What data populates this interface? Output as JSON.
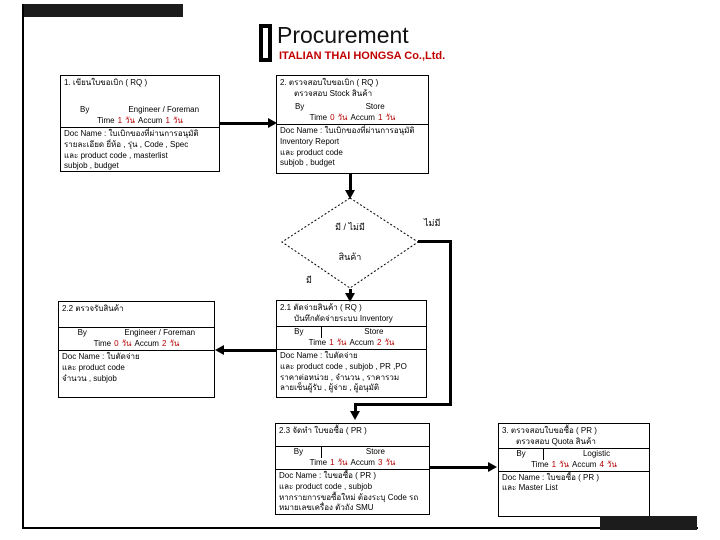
{
  "header": {
    "title": "Procurement",
    "subtitle": "ITALIAN THAI HONGSA Co.,Ltd."
  },
  "labels": {
    "by": "By",
    "time": "Time",
    "day": "วัน",
    "accum": "Accum"
  },
  "decision": {
    "line1": "มี / ไม่มี",
    "line2": "สินค้า",
    "no_label": "ไม่มี",
    "yes_label": "มี"
  },
  "boxes": {
    "b1": {
      "title1": "1.  เขียนใบขอเบิก ( RQ )",
      "by": "Engineer / Foreman",
      "time_days": "1",
      "accum_days": "1",
      "doc": [
        "Doc Name : ใบเบิกของที่ผ่านการอนุมัติ",
        "รายละเอียด ยี่ห้อ , รุ่น , Code , Spec",
        "และ product code , masterlist",
        "subjob , budget"
      ]
    },
    "b2": {
      "title1": "2.  ตรวจสอบใบขอเบิก ( RQ )",
      "title2": "ตรวจสอบ Stock สินค้า",
      "by": "Store",
      "time_days": "0",
      "accum_days": "1",
      "doc": [
        "Doc Name : ใบเบิกของที่ผ่านการอนุมัติ",
        "Inventory Report",
        "และ product code",
        "subjob , budget"
      ]
    },
    "b22": {
      "title1": "2.2  ตรวจรับสินค้า",
      "by": "Engineer / Foreman",
      "time_days": "0",
      "accum_days": "2",
      "doc": [
        "Doc Name : ใบตัดจ่าย",
        "และ product code",
        "จำนวน , subjob"
      ]
    },
    "b21": {
      "title1": "2.1  ตัดจ่ายสินค้า ( RQ )",
      "title2": "บันทึกตัดจ่ายระบบ Inventory",
      "by": "Store",
      "time_days": "1",
      "accum_days": "2",
      "doc": [
        "Doc Name : ใบตัดจ่าย",
        "และ product code , subjob , PR ,PO",
        "ราคาต่อหน่วย , จำนวน , ราคารวม",
        "ลายเซ็นผู้รับ , ผู้จ่าย , ผู้อนุมัติ"
      ]
    },
    "b23": {
      "title1": "2.3  จัดทำ ใบขอซื้อ ( PR )",
      "by": "Store",
      "time_days": "1",
      "accum_days": "3",
      "doc": [
        "Doc Name : ใบขอซื้อ ( PR )",
        "และ product code ,  subjob",
        "หากรายการขอซื้อใหม่ ต้องระบุ Code รถ",
        "หมายเลขเครื่อง  ตัวถัง   SMU"
      ]
    },
    "b3": {
      "title1": "3.  ตรวจสอบใบขอซื้อ ( PR )",
      "title2": "ตรวจสอบ Quota สินค้า",
      "by": "Logistic",
      "time_days": "1",
      "accum_days": "4",
      "doc": [
        "Doc Name : ใบขอซื้อ ( PR )",
        "และ  Master List"
      ]
    }
  },
  "colors": {
    "accent_red": "#c00000",
    "number_red": "#b30000"
  }
}
